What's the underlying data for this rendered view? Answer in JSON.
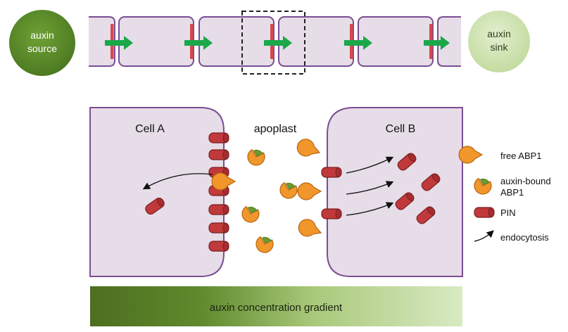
{
  "top_panel": {
    "source_label_line1": "auxin",
    "source_label_line2": "source",
    "sink_label_line1": "auxin",
    "sink_label_line2": "sink"
  },
  "bottom_panel": {
    "cell_a_label": "Cell A",
    "cell_b_label": "Cell B",
    "apoplast_label": "apoplast",
    "gradient_label": "auxin concentration gradient"
  },
  "legend": {
    "free_abp1": "free ABP1",
    "auxin_bound_line1": "auxin-bound",
    "auxin_bound_line2": "ABP1",
    "pin": "PIN",
    "endocytosis": "endocytosis"
  },
  "colors": {
    "cell_fill": "#e6dde8",
    "cell_stroke": "#7a4e94",
    "pin_red": "#c0393b",
    "pin_dark": "#7e1f22",
    "abp1_orange": "#f0962a",
    "abp1_stroke": "#b8650e",
    "auxin_green": "#6b9a2d",
    "flow_arrow_green": "#1aa84a",
    "source_green": "#5d8f2a",
    "sink_green": "#d3e6b4"
  }
}
